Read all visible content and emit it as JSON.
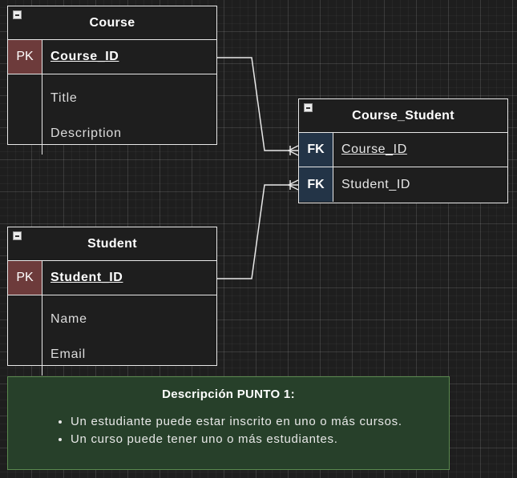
{
  "entities": {
    "course": {
      "title": "Course",
      "pk_label": "PK",
      "pk_name": "Course_ID",
      "attributes": [
        "Title",
        "Description"
      ]
    },
    "student": {
      "title": "Student",
      "pk_label": "PK",
      "pk_name": "Student_ID",
      "attributes": [
        "Name",
        "Email"
      ]
    },
    "course_student": {
      "title": "Course_Student",
      "fk1_label": "FK",
      "fk1_name": "Course_ID",
      "fk2_label": "FK",
      "fk2_name": "Student_ID"
    }
  },
  "note": {
    "title": "Descripción PUNTO 1:",
    "bullets": [
      "Un estudiante puede estar inscrito en uno o más cursos.",
      "Un curso puede tener uno o más estudiantes."
    ]
  },
  "colors": {
    "pk_fill": "#6d3b3b",
    "fk_fill": "#233447",
    "note_fill": "#27402a",
    "note_border": "#5b8a4f",
    "canvas": "#1e1e1e"
  },
  "relationships": [
    {
      "from": "Course.Course_ID",
      "to": "Course_Student.Course_ID",
      "cardinality": "one-to-many"
    },
    {
      "from": "Student.Student_ID",
      "to": "Course_Student.Student_ID",
      "cardinality": "one-to-many"
    }
  ]
}
